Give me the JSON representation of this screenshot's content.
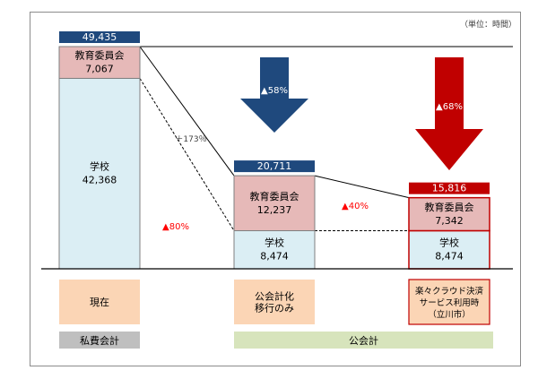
{
  "unit_note": "（単位：時間）",
  "colors": {
    "navy": "#1f497d",
    "red": "#c00000",
    "board_fill": "#e6b9b8",
    "school_fill": "#dbeef4",
    "bar_border": "#7f7f7f",
    "label_peach": "#fbd5b5",
    "label_gray": "#bfbfbf",
    "label_green": "#d7e4bc",
    "annotation_red": "#ff0000"
  },
  "chart_data": {
    "type": "bar",
    "stacked": true,
    "unit": "時間",
    "categories": [
      "現在",
      "公会計化\n移行のみ",
      "楽々クラウド決済\nサービス利用時\n（立川市）"
    ],
    "series": [
      {
        "name": "学校",
        "values": [
          42368,
          8474,
          8474
        ]
      },
      {
        "name": "教育委員会",
        "values": [
          7067,
          12237,
          7342
        ]
      }
    ],
    "totals": [
      49435,
      20711,
      15816
    ],
    "segment_value_labels": {
      "school": [
        "42,368",
        "8,474",
        "8,474"
      ],
      "board": [
        "7,067",
        "12,237",
        "7,342"
      ]
    },
    "total_labels": [
      "49,435",
      "20,711",
      "15,816"
    ],
    "category_labels": [
      [
        "現在"
      ],
      [
        "公会計化",
        "移行のみ"
      ],
      [
        "楽々クラウド決済",
        "サービス利用時",
        "（立川市）"
      ]
    ],
    "groups": [
      {
        "label": "私費会計",
        "span": [
          0,
          0
        ]
      },
      {
        "label": "公会計",
        "span": [
          1,
          2
        ]
      }
    ],
    "annotations": {
      "board_change": "＋173％",
      "school_change": "▲80%",
      "board_change_2": "▲40%",
      "total_change_1": "▲58%",
      "total_change_2": "▲68%"
    },
    "ylim": [
      0,
      49435
    ],
    "grid": false,
    "legend": "none"
  }
}
